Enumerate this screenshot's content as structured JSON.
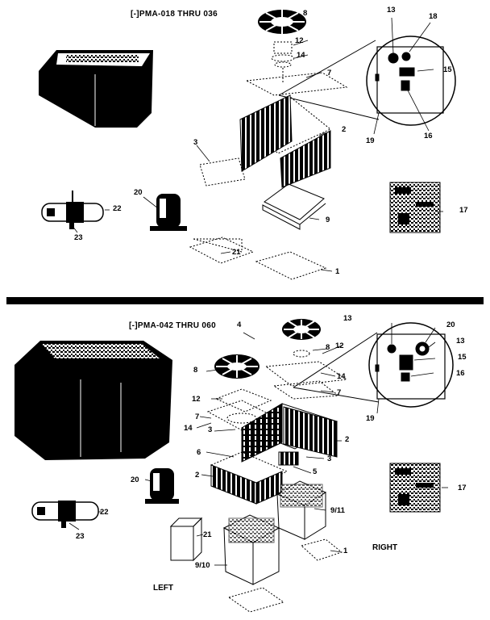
{
  "sections": {
    "top": {
      "title": "[-]PMA-018 THRU 036",
      "labels": [
        "8",
        "12",
        "14",
        "7",
        "13",
        "18",
        "15",
        "16",
        "19",
        "2",
        "3",
        "20",
        "22",
        "23",
        "21",
        "9",
        "17",
        "1"
      ]
    },
    "bottom": {
      "title": "[-]PMA-042 THRU 060",
      "labels": [
        "4",
        "8",
        "12",
        "13",
        "20",
        "13",
        "15",
        "16",
        "14",
        "7",
        "19",
        "8",
        "12",
        "7",
        "14",
        "3",
        "2",
        "6",
        "3",
        "5",
        "2",
        "20",
        "22",
        "23",
        "9/11",
        "21",
        "1",
        "9/10",
        "17"
      ],
      "side_labels": {
        "right": "RIGHT",
        "left": "LEFT"
      }
    }
  },
  "colors": {
    "ink": "#000000",
    "paper": "#ffffff"
  }
}
